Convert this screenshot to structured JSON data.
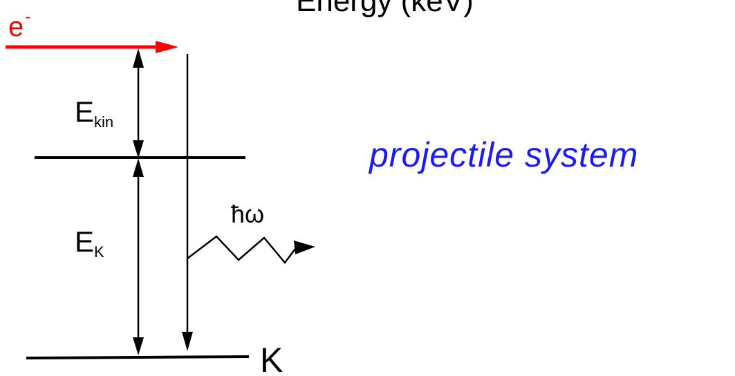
{
  "diagram": {
    "title": "Energy (keV)",
    "electron": {
      "symbol": "e",
      "superscript": "-",
      "color": "#ff0000"
    },
    "e_kin": {
      "main": "E",
      "sub": "kin"
    },
    "e_k": {
      "main": "E",
      "sub": "K"
    },
    "photon_label": "ħω",
    "k_level_label": "K",
    "projectile_label": "projectile system",
    "projectile_color": "#1a1aff",
    "line_color": "#000000"
  }
}
